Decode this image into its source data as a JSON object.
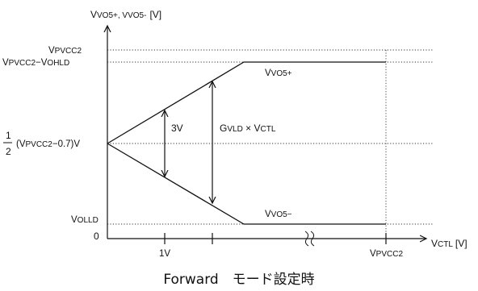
{
  "y_axis": {
    "label_main": "V",
    "label_sub": "VO5+, VVO5-",
    "label_unit": "[V]"
  },
  "x_axis": {
    "label_main": "V",
    "label_sub": "CTL",
    "label_unit": "[V]"
  },
  "y_labels": {
    "vpvcc2_main": "V",
    "vpvcc2_sub": "PVCC2",
    "vpvcc2_vohld_main": "V",
    "vpvcc2_vohld_sub": "PVCC2",
    "vpvcc2_vohld_mid": "−V",
    "vpvcc2_vohld_sub2": "OHLD",
    "half_num": "1",
    "half_den": "2",
    "half_expr_a": "(V",
    "half_expr_sub": "PVCC2",
    "half_expr_b": "−0.7)V",
    "vollld_main": "V",
    "vollld_sub": "OLLD",
    "zero": "0"
  },
  "x_labels": {
    "one_v": "1V",
    "vpvcc2_main": "V",
    "vpvcc2_sub": "PVCC2"
  },
  "curve_labels": {
    "vvo5p_main": "V",
    "vvo5p_sub": "VO5+",
    "vvo5m_main": "V",
    "vvo5m_sub": "VO5−"
  },
  "annotations": {
    "three_v": "3V",
    "gain_g": "G",
    "gain_g_sub": "VLD",
    "gain_x": " × V",
    "gain_v_sub": "CTL"
  },
  "caption": "Forward　モード設定時"
}
